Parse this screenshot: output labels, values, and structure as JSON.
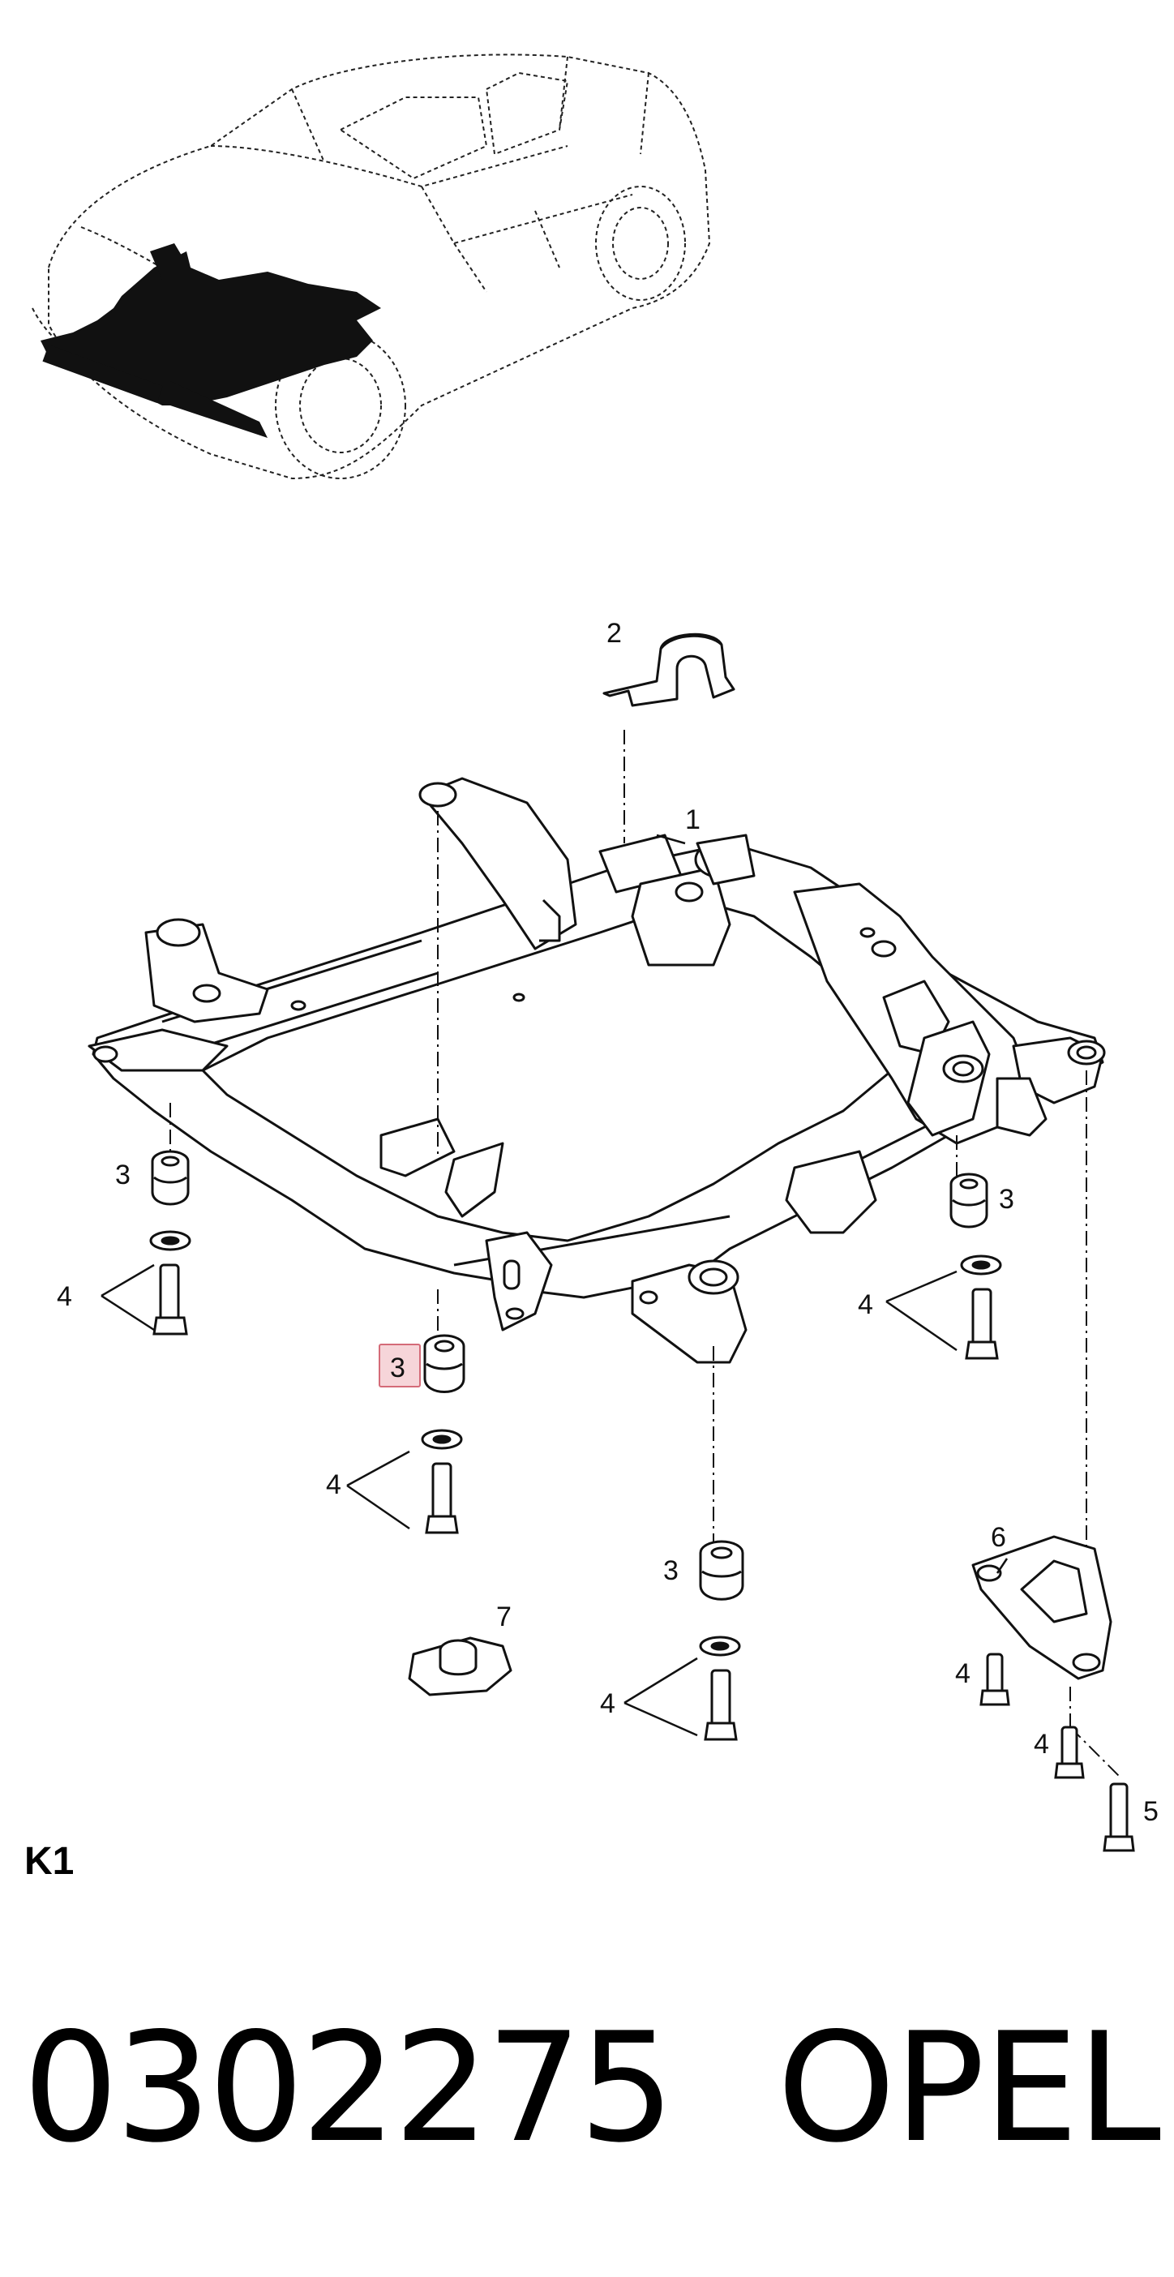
{
  "sheet": {
    "id_label": "K1"
  },
  "footer": {
    "part_number": "0302275",
    "brand": "OPEL"
  },
  "callouts": {
    "c1": "1",
    "c2": "2",
    "c3_left": "3",
    "c3_right": "3",
    "c3_center": "3",
    "c3_bottom": "3",
    "c4_left": "4",
    "c4_right": "4",
    "c4_center": "4",
    "c4_bottom": "4",
    "c4_bracket_a": "4",
    "c4_bracket_b": "4",
    "c5": "5",
    "c6": "6",
    "c7": "7"
  },
  "highlight": {
    "callout": "3"
  },
  "colors": {
    "line": "#111111",
    "highlight_fill": "#f6d5d9",
    "highlight_stroke": "#d46b78",
    "subframe_dark": "#111111"
  }
}
